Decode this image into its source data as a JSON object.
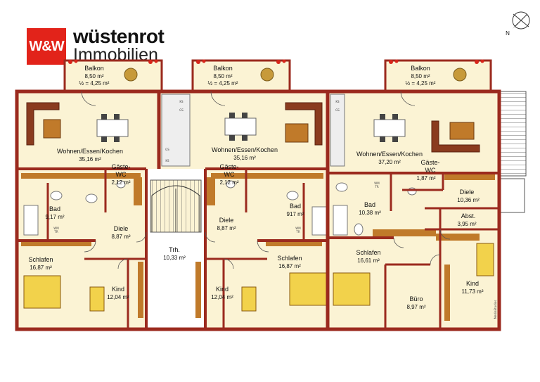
{
  "brand": {
    "logo_mark": "W&W",
    "name_line1": "wüstenrot",
    "name_line2": "Immobilien"
  },
  "compass": {
    "north_label": "N",
    "icon": "compass-rose-icon"
  },
  "colors": {
    "wall": "#9b2a1e",
    "floor": "#fbf3d4",
    "logo_red": "#e2231a",
    "furniture_wood": "#8a3b1e",
    "bed_yellow": "#f2d24b"
  },
  "units": {
    "left": {
      "balkon": {
        "name": "Balkon",
        "area": "8,50 m²",
        "half": "½ = 4,25 m²"
      },
      "wohnen": {
        "name": "Wohnen/Essen/Kochen",
        "area": "35,16 m²"
      },
      "gaeste_wc": {
        "name_1": "Gäste-",
        "name_2": "WC",
        "area": "2,12 m²"
      },
      "bad": {
        "name": "Bad",
        "area": "9,17 m²"
      },
      "diele": {
        "name": "Diele",
        "area": "8,87 m²"
      },
      "schlafen": {
        "name": "Schlafen",
        "area": "16,87 m²"
      },
      "kind": {
        "name": "Kind",
        "area": "12,04 m²"
      }
    },
    "middle": {
      "balkon": {
        "name": "Balkon",
        "area": "8,50 m²",
        "half": "½ = 4,25 m²"
      },
      "wohnen": {
        "name": "Wohnen/Essen/Kochen",
        "area": "35,16 m²"
      },
      "gaeste_wc": {
        "name_1": "Gäste-",
        "name_2": "WC",
        "area": "2,12 m²"
      },
      "bad": {
        "name": "Bad",
        "area": "917 m²"
      },
      "diele": {
        "name": "Diele",
        "area": "8,87 m²"
      },
      "schlafen": {
        "name": "Schlafen",
        "area": "16,87 m²"
      },
      "kind": {
        "name": "Kind",
        "area": "12,04 m²"
      }
    },
    "right": {
      "balkon": {
        "name": "Balkon",
        "area": "8,50 m²",
        "half": "½ = 4,25 m²"
      },
      "wohnen": {
        "name": "Wohnen/Essen/Kochen",
        "area": "37,20 m²"
      },
      "gaeste_wc": {
        "name_1": "Gäste-",
        "name_2": "WC",
        "area": "1,87 m²"
      },
      "bad": {
        "name": "Bad",
        "area": "10,38 m²"
      },
      "diele": {
        "name": "Diele",
        "area": "10,36 m²"
      },
      "abst": {
        "name": "Abst.",
        "area": "3,95 m²"
      },
      "schlafen": {
        "name": "Schlafen",
        "area": "16,61 m²"
      },
      "buero": {
        "name": "Büro",
        "area": "8,97 m²"
      },
      "kind": {
        "name": "Kind",
        "area": "11,73 m²"
      }
    }
  },
  "stair": {
    "name": "Trh.",
    "area": "10,33 m²"
  },
  "fixtures": {
    "ks": "KS",
    "gs": "GS",
    "wm": "WM",
    "tr": "TR"
  },
  "copyright_mark": "MediaStudios"
}
